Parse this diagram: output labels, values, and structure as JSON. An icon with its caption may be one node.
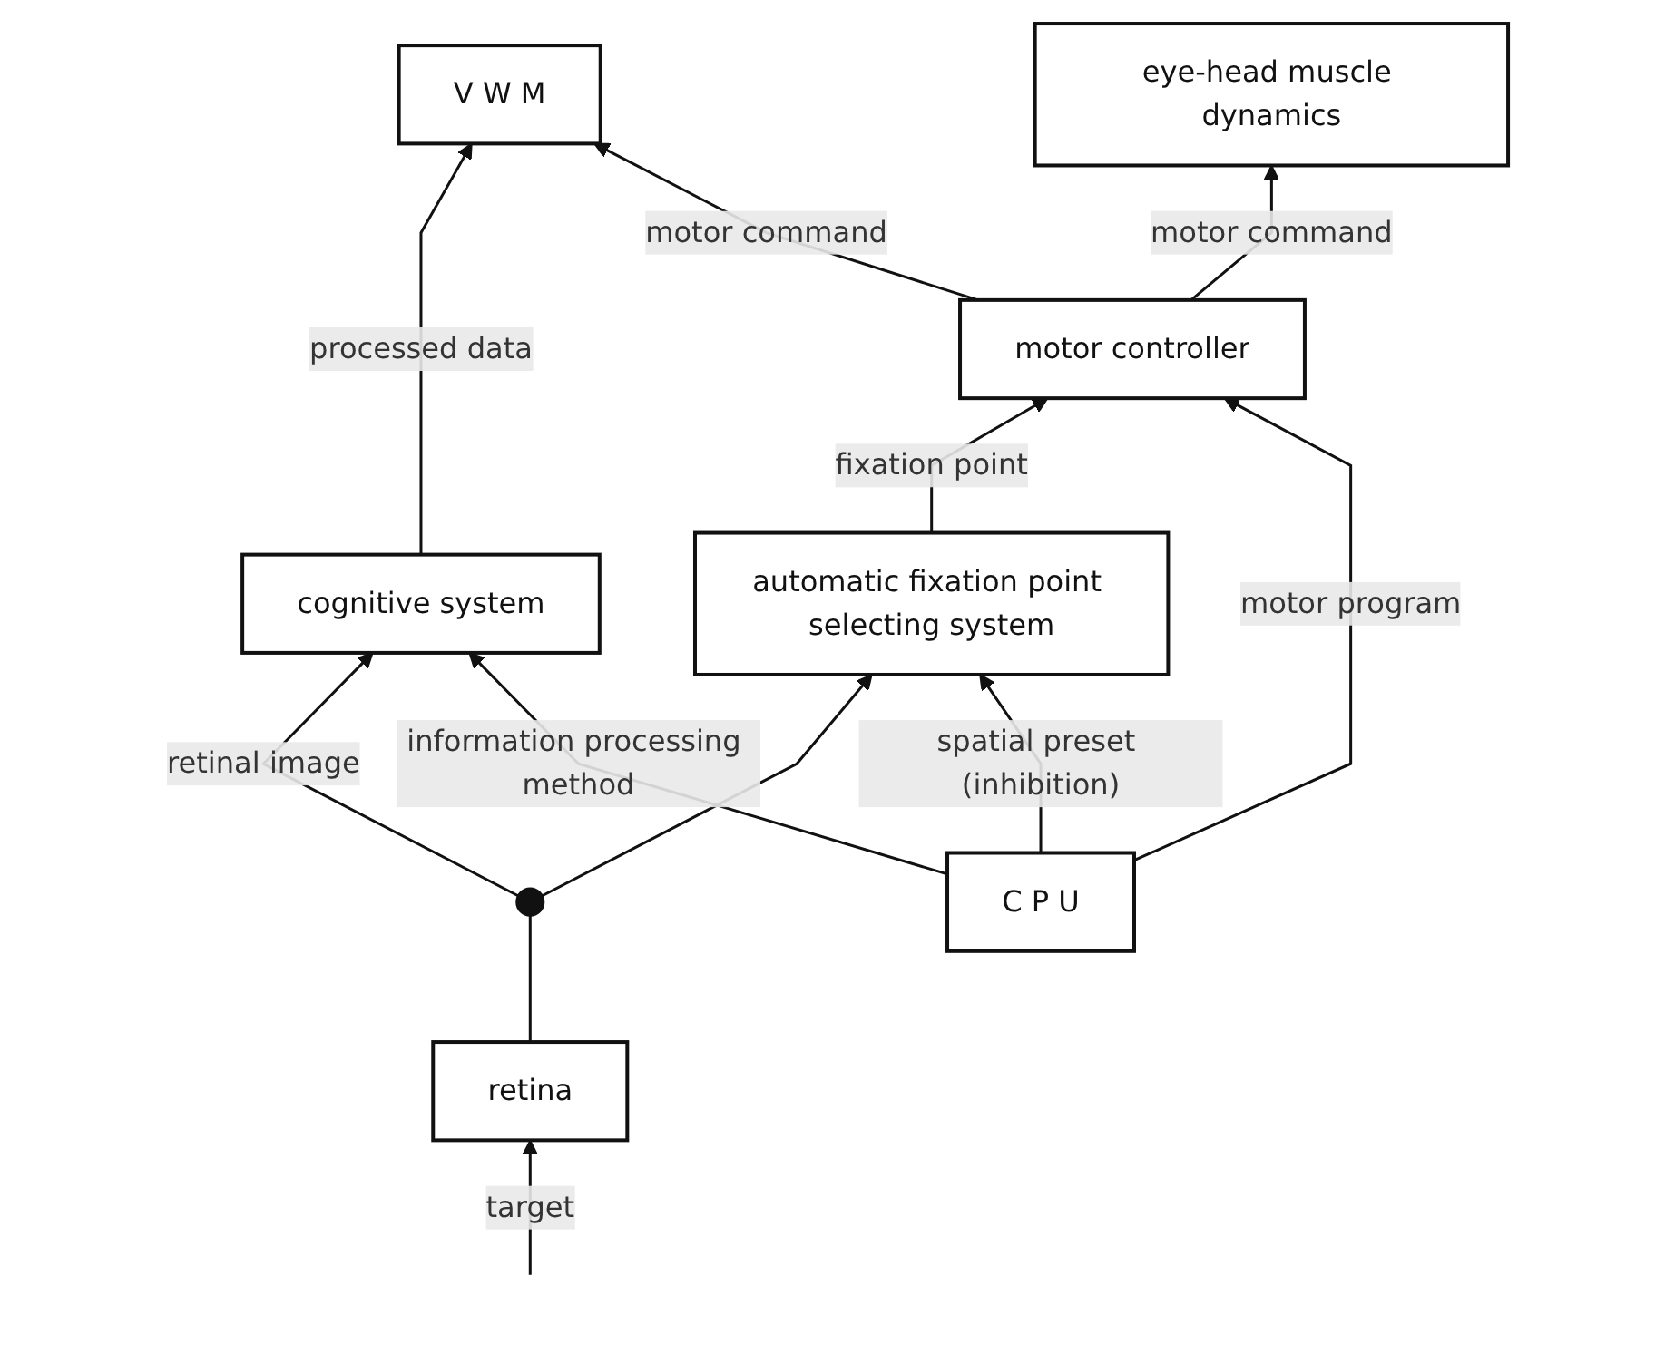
{
  "diagram": {
    "nodes": [
      {
        "text": [
          "V W M"
        ]
      },
      {
        "text": [
          "C P U"
        ]
      },
      {
        "text": [
          "cognitive system"
        ]
      },
      {
        "text": [
          "automatic fixation point selecting system"
        ]
      },
      {
        "text": [
          "motor controller"
        ]
      },
      {
        "text": [
          "retina"
        ]
      },
      {
        "text": [
          "eye-head muscle dynamics"
        ]
      },
      {
        "text": [],
        "shape": "circle"
      }
    ],
    "edges": [
      {
        "from": 1,
        "to": 4,
        "arrow": "to",
        "label": "motor program"
      },
      {
        "from": 4,
        "to": 0,
        "arrow": "to",
        "label": "motor command"
      },
      {
        "from": 2,
        "to": 0,
        "arrow": "to",
        "label": "processed data"
      },
      {
        "from": 1,
        "to": 2,
        "arrow": "to",
        "label": "information processing method"
      },
      {
        "from": 1,
        "to": 3,
        "arrow": "to",
        "label": "spatial preset (inhibition)"
      },
      {
        "from": 3,
        "to": 4,
        "arrow": "to",
        "label": "fixation point"
      },
      {
        "from": 7,
        "to": 2,
        "arrow": "to",
        "label": "retinal image"
      },
      {
        "from": 7,
        "to": 3,
        "arrow": "to"
      },
      {
        "from": 4,
        "to": 6,
        "arrow": "to",
        "label": "motor command"
      },
      {
        "from": 5,
        "to": 7,
        "arrow": "none"
      },
      {
        "from": null,
        "to": 5,
        "arrow": "to",
        "label": "target"
      }
    ]
  }
}
